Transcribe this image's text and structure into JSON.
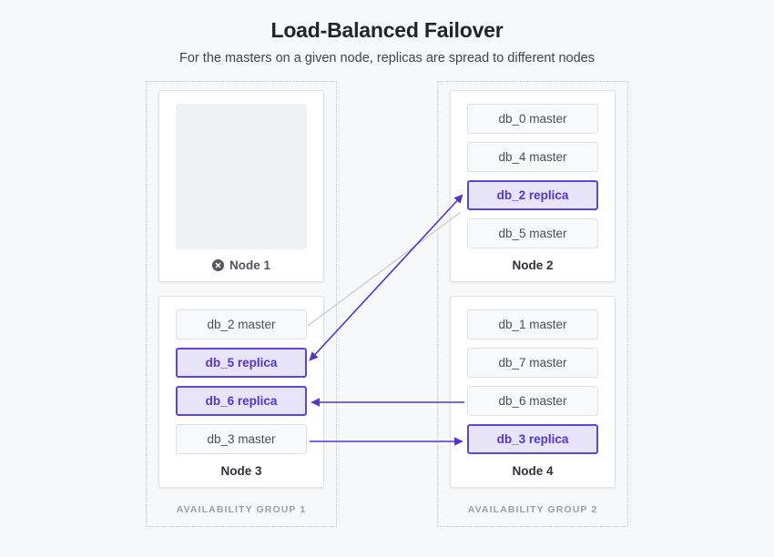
{
  "header": {
    "title": "Load-Balanced Failover",
    "subtitle": "For the masters on a given node, replicas are spread to different nodes"
  },
  "colors": {
    "background": "#f7f8f9",
    "replica_fill": "#e7e4f7",
    "replica_border": "#6244d6",
    "replica_text": "#5533cc",
    "master_fill": "#f8f9fa",
    "master_border": "#dfe1e6",
    "master_text": "#4a4e58",
    "group_border": "#c9cbd1",
    "group_label": "#9a9dab",
    "arrow_active": "#5533cc",
    "arrow_inactive": "#c9c9d4",
    "failed_icon": "#53565f"
  },
  "groups": [
    {
      "id": "group-1",
      "label": "AVAILABILITY GROUP 1",
      "nodes": [
        "node-1",
        "node-3"
      ]
    },
    {
      "id": "group-2",
      "label": "AVAILABILITY GROUP 2",
      "nodes": [
        "node-2",
        "node-4"
      ]
    }
  ],
  "nodes": [
    {
      "id": "node-1",
      "label": "Node 1",
      "status": "failed",
      "status_icon": "x-circle-icon",
      "databases": []
    },
    {
      "id": "node-2",
      "label": "Node 2",
      "status": "ok",
      "databases": [
        {
          "label": "db_0 master",
          "role": "master"
        },
        {
          "label": "db_4 master",
          "role": "master"
        },
        {
          "label": "db_2 replica",
          "role": "replica"
        },
        {
          "label": "db_5 master",
          "role": "master"
        }
      ]
    },
    {
      "id": "node-3",
      "label": "Node 3",
      "status": "ok",
      "databases": [
        {
          "label": "db_2 master",
          "role": "master"
        },
        {
          "label": "db_5 replica",
          "role": "replica"
        },
        {
          "label": "db_6 replica",
          "role": "replica"
        },
        {
          "label": "db_3 master",
          "role": "master"
        }
      ]
    },
    {
      "id": "node-4",
      "label": "Node 4",
      "status": "ok",
      "databases": [
        {
          "label": "db_1 master",
          "role": "master"
        },
        {
          "label": "db_7 master",
          "role": "master"
        },
        {
          "label": "db_6 master",
          "role": "master"
        },
        {
          "label": "db_3 replica",
          "role": "replica"
        }
      ]
    }
  ],
  "connections": [
    {
      "id": "db2-master-to-db2-replica",
      "from": "node-3.db_2 master",
      "to": "node-2.db_2 replica",
      "style": "inactive",
      "arrowhead": "none"
    },
    {
      "id": "db5-master-to-db5-replica",
      "from": "node-2.db_5 master",
      "to": "node-3.db_5 replica",
      "style": "active",
      "arrowhead": "both"
    },
    {
      "id": "db6-master-to-db6-replica",
      "from": "node-4.db_6 master",
      "to": "node-3.db_6 replica",
      "style": "active",
      "arrowhead": "end"
    },
    {
      "id": "db3-master-to-db3-replica",
      "from": "node-3.db_3 master",
      "to": "node-4.db_3 replica",
      "style": "active",
      "arrowhead": "end"
    }
  ]
}
